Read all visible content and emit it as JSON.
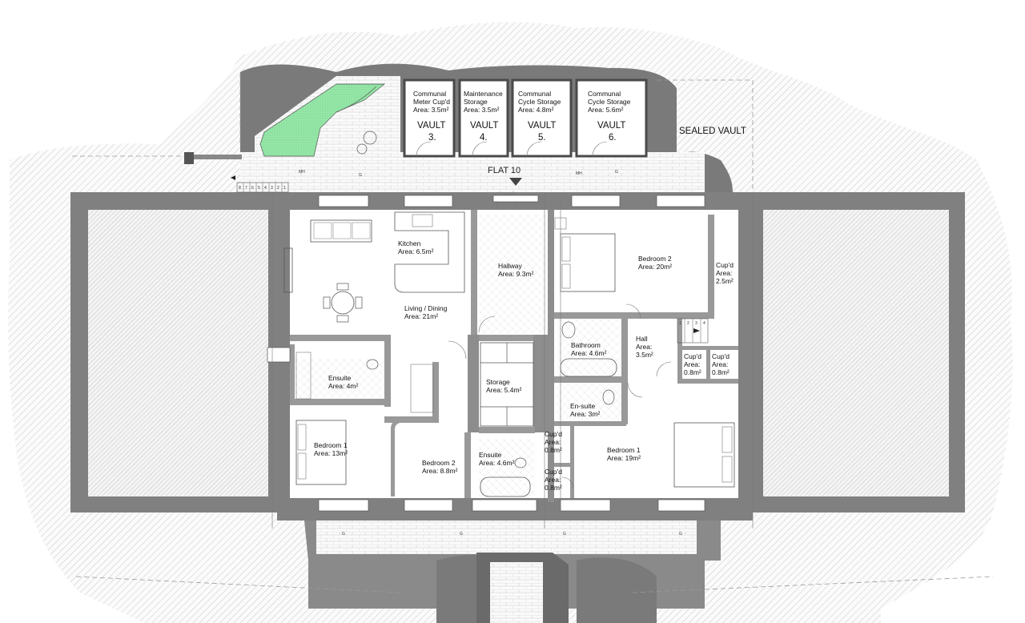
{
  "flat_marker": "FLAT 10",
  "sealed_vault": "SEALED VAULT",
  "vaults": [
    {
      "line1": "Communal",
      "line2": "Meter Cup'd",
      "area": "Area: 3.5m²",
      "vault": "VAULT",
      "num": "3."
    },
    {
      "line1": "Maintenance",
      "line2": "Storage",
      "area": "Area: 3.5m²",
      "vault": "VAULT",
      "num": "4."
    },
    {
      "line1": "Communal",
      "line2": "Cycle Storage",
      "area": "Area: 4.8m²",
      "vault": "VAULT",
      "num": "5."
    },
    {
      "line1": "Communal",
      "line2": "Cycle Storage",
      "area": "Area: 5.6m²",
      "vault": "VAULT",
      "num": "6."
    }
  ],
  "left_flat": {
    "kitchen": {
      "name": "Kitchen",
      "area": "Area: 6.5m²"
    },
    "living": {
      "name": "Living / Dining",
      "area": "Area: 21m²"
    },
    "hallway": {
      "name": "Hallway",
      "area": "Area: 9.3m²"
    },
    "ensuite_top": {
      "name": "Ensuite",
      "area": "Area: 4m²"
    },
    "storage": {
      "name": "Storage",
      "area": "Area: 5.4m²"
    },
    "bedroom1": {
      "name": "Bedroom 1",
      "area": "Area: 13m²"
    },
    "bedroom2": {
      "name": "Bedroom 2",
      "area": "Area: 8.8m²"
    },
    "ensuite_bottom": {
      "name": "Ensuite",
      "area": "Area: 4.6m²"
    }
  },
  "right_flat": {
    "bedroom2": {
      "name": "Bedroom 2",
      "area": "Area: 20m²"
    },
    "cupd_top": {
      "l1": "Cup'd",
      "l2": "Area:",
      "l3": "2.5m²"
    },
    "bathroom": {
      "name": "Bathroom",
      "area": "Area: 4.6m²"
    },
    "hall": {
      "l1": "Hall",
      "l2": "Area:",
      "l3": "3.5m²"
    },
    "cupd_a": {
      "l1": "Cup'd",
      "l2": "Area:",
      "l3": "0.8m²"
    },
    "cupd_b": {
      "l1": "Cup'd",
      "l2": "Area:",
      "l3": "0.8m²"
    },
    "ensuite": {
      "name": "En-suite",
      "area": "Area: 3m²"
    },
    "cupd_c": {
      "l1": "Cup'd",
      "l2": "Area:",
      "l3": "0.8m²"
    },
    "cupd_d": {
      "l1": "Cup'd",
      "l2": "Area:",
      "l3": "0.8m²"
    },
    "bedroom1": {
      "name": "Bedroom 1",
      "area": "Area: 19m²"
    }
  },
  "stair_numbers_left": [
    "8",
    "7",
    "6",
    "5",
    "4",
    "3",
    "2",
    "1"
  ],
  "stair_numbers_right": [
    "1",
    "2",
    "3",
    "4"
  ],
  "manhole_label": "MH",
  "gully_label": "G",
  "colors": {
    "wall": "#808080",
    "earth": "#c9c9c9",
    "hatch": "#bdbdbd",
    "garden": "#8fe3a2",
    "ground_dark": "#6f6f6f"
  }
}
